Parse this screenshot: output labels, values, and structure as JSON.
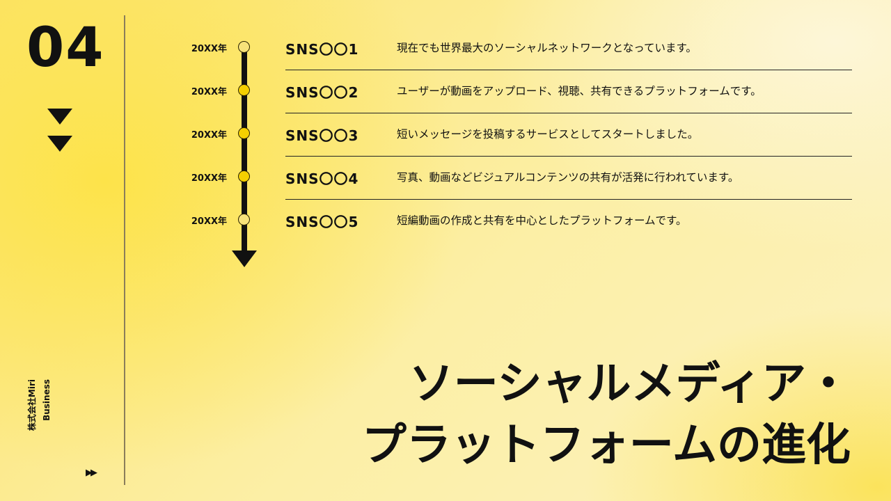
{
  "slide_number": "04",
  "company": {
    "line1": "株式会社Miri",
    "line2": "Business"
  },
  "title": {
    "line1": "ソーシャルメディア・",
    "line2": "プラットフォームの進化"
  },
  "colors": {
    "accent": "#f5d000",
    "dot_light": "#f7e27a",
    "text": "#111111"
  },
  "icons": {
    "down_triangles": "double-down-triangle-icon",
    "fast_forward": "fast-forward-icon",
    "timeline_arrow": "arrow-down-icon"
  },
  "timeline": [
    {
      "year": "20XX年",
      "name": "SNS〇〇1",
      "desc": "現在でも世界最大のソーシャルネットワークとなっています。"
    },
    {
      "year": "20XX年",
      "name": "SNS〇〇2",
      "desc": "ユーザーが動画をアップロード、視聴、共有できるプラットフォームです。"
    },
    {
      "year": "20XX年",
      "name": "SNS〇〇3",
      "desc": "短いメッセージを投稿するサービスとしてスタートしました。"
    },
    {
      "year": "20XX年",
      "name": "SNS〇〇4",
      "desc": "写真、動画などビジュアルコンテンツの共有が活発に行われています。"
    },
    {
      "year": "20XX年",
      "name": "SNS〇〇5",
      "desc": "短編動画の作成と共有を中心としたプラットフォームです。"
    }
  ]
}
